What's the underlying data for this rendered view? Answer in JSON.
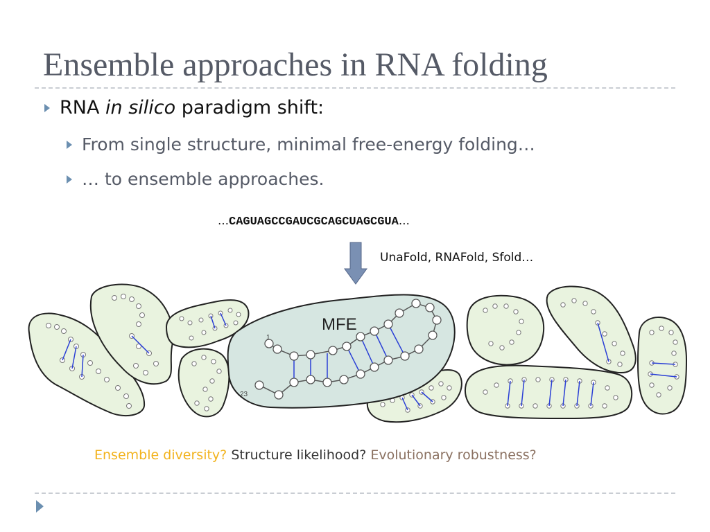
{
  "slide": {
    "title": "Ensemble approaches in RNA folding",
    "bullet_main": {
      "prefix": "RNA ",
      "emphasis": "in silico",
      "suffix": " paradigm shift:"
    },
    "sub_bullets": [
      "From single structure, minimal free-energy folding…",
      "… to ensemble approaches."
    ],
    "sequence": {
      "lead": "…",
      "bases": "CAGUAGCCGAUCGCAGCUAGCGUA",
      "trail": "…"
    },
    "tool_label": "UnaFold, RNAFold, Sfold…",
    "mfe_label": "MFE",
    "mfe_start_label": "1",
    "mfe_end_label": "23",
    "questions": [
      {
        "text": "Ensemble diversity?",
        "color": "#f2b21b"
      },
      {
        "text": "Structure likelihood?",
        "color": "#333333"
      },
      {
        "text": "Evolutionary robustness?",
        "color": "#8a7060"
      }
    ]
  },
  "colors": {
    "title_text": "#555a66",
    "bullet_arrow": "#6b8fb0",
    "blob_fill": "#e9f3df",
    "mfe_fill": "#d6e6e1",
    "down_arrow": "#7a90b3",
    "pair_bond": "#2a3fd6"
  },
  "icons": {
    "bullet": "triangle-right-icon",
    "nav": "play-triangle-icon",
    "arrow": "down-arrow-icon"
  }
}
